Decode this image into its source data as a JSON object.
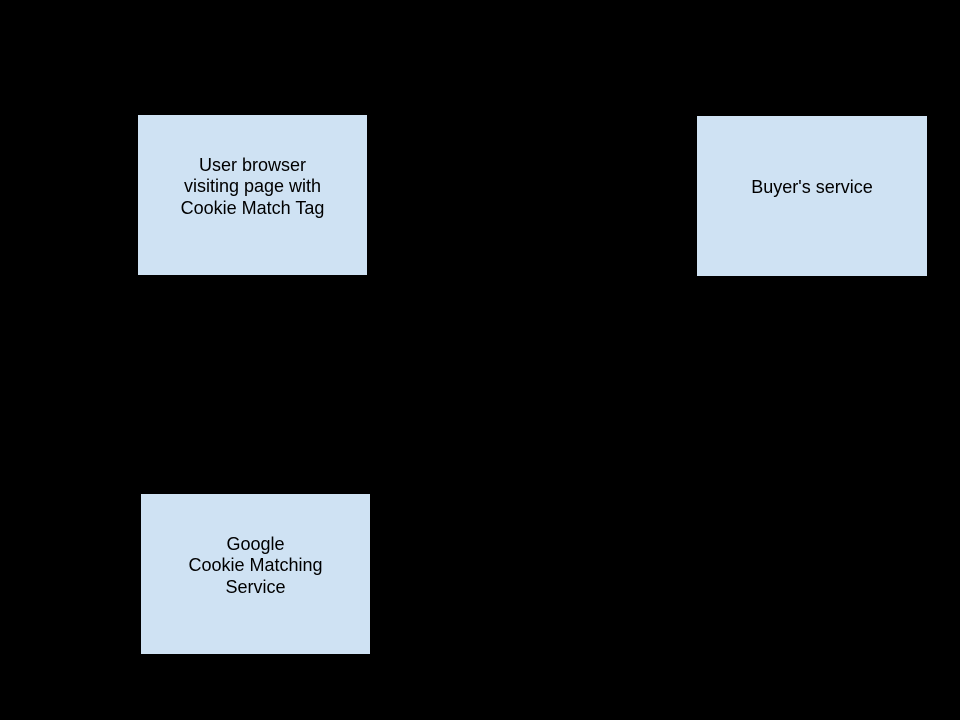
{
  "canvas": {
    "background": "#000000"
  },
  "nodes": [
    {
      "id": "user-browser",
      "lines": [
        "User browser",
        "visiting page with",
        "Cookie Match Tag"
      ],
      "fill": "#cfe2f3",
      "border": "#000000",
      "text_color": "#000000"
    },
    {
      "id": "buyers-service",
      "lines": [
        "Buyer's service"
      ],
      "fill": "#cfe2f3",
      "border": "#000000",
      "text_color": "#000000"
    },
    {
      "id": "google-cookie-matching-service",
      "lines": [
        "Google",
        "Cookie Matching",
        "Service"
      ],
      "fill": "#cfe2f3",
      "border": "#000000",
      "text_color": "#000000"
    }
  ]
}
